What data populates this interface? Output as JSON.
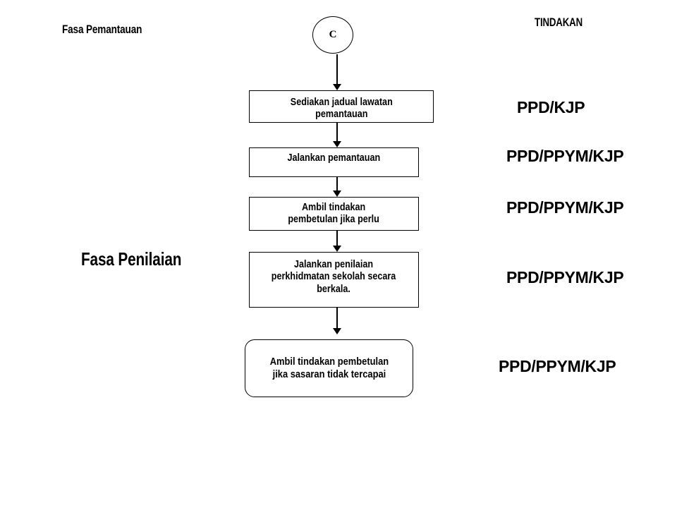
{
  "diagram": {
    "phases": {
      "monitoring_label": "Fasa Pemantauan",
      "evaluation_label": "Fasa Penilaian"
    },
    "columns": {
      "action_heading": "TINDAKAN"
    },
    "connector": {
      "label": "C",
      "shape": "circle"
    },
    "nodes": [
      {
        "id": "jadual-lawatan",
        "shape": "rectangle",
        "text": "Sediakan jadual lawatan\npemantauan"
      },
      {
        "id": "jalankan-pemantauan",
        "shape": "rectangle",
        "text": "Jalankan pemantauan"
      },
      {
        "id": "tindakan-pembetulan",
        "shape": "rectangle",
        "text": "Ambil tindakan\npembetulan jika perlu"
      },
      {
        "id": "jalankan-penilaian",
        "shape": "rectangle",
        "text": "Jalankan penilaian\nperkhidmatan sekolah secara\nberkala."
      },
      {
        "id": "sasaran-tercapai",
        "shape": "rounded-rectangle",
        "text": "Ambil tindakan pembetulan\njika sasaran tidak tercapai"
      }
    ],
    "action_labels": [
      "PPD/KJP",
      "PPD/PPYM/KJP",
      "PPD/PPYM/KJP",
      "PPD/PPYM/KJP",
      "PPD/PPYM/KJP"
    ],
    "colors": {
      "background": "#ffffff",
      "stroke": "#000000",
      "text": "#000000"
    }
  }
}
